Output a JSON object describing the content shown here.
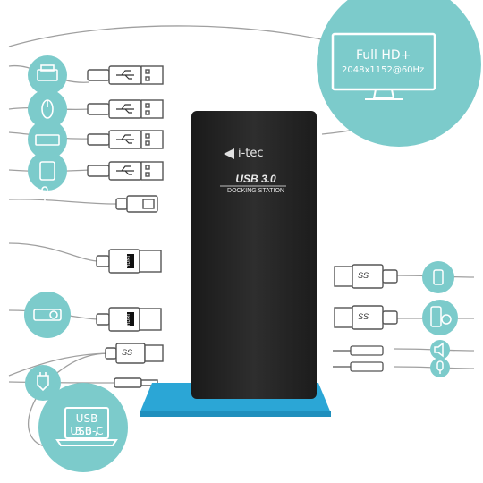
{
  "monitor": {
    "title": "Full HD+",
    "resolution": "2048x1152@60Hz"
  },
  "dock": {
    "brand": "i-tec",
    "model": "USB 3.0",
    "subtitle": "DOCKING STATION"
  },
  "laptop": {
    "line1": "USB 3.0 /",
    "line2": "USB-C"
  },
  "port_labels": {
    "hdmi": "HDMI",
    "superspeed": "SS"
  },
  "colors": {
    "teal": "#7ccbcb",
    "dock_body": "#232323",
    "dock_base": "#2ba6d6",
    "line": "#9a9a9a"
  },
  "left_devices": [
    "printer-icon",
    "mouse-icon",
    "keyboard-icon",
    "tablet-icon",
    "ethernet-icon",
    "hdmi-display-icon",
    "projector-icon",
    "usb3-laptop-icon",
    "power-plug-icon"
  ],
  "right_devices": [
    "usb-flash-icon",
    "phone-icon",
    "speaker-icon",
    "microphone-icon"
  ]
}
